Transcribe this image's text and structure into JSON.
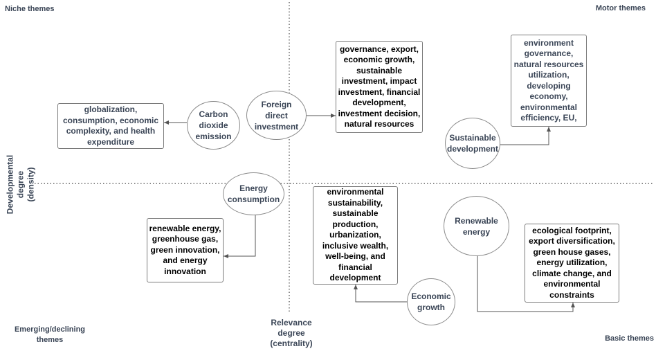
{
  "quadrants": {
    "niche": "Niche themes",
    "motor": "Motor themes",
    "emerging": "Emerging/declining\nthemes",
    "basic": "Basic themes"
  },
  "axes": {
    "x_label": "Relevance\ndegree\n(centrality)",
    "y_label": "Developmental\ndegree\n(density)"
  },
  "themes": {
    "carbon": {
      "name": "Carbon\ndioxide\nemission",
      "keywords": "globalization,\nconsumption, economic\ncomplexity, and health\nexpenditure"
    },
    "fdi": {
      "name": "Foreign\ndirect\ninvestment",
      "keywords": "governance, export,\neconomic growth,\nsustainable\ninvestment, impact\ninvestment, financial\ndevelopment,\ninvestment decision,\nnatural resources"
    },
    "sustainable": {
      "name": "Sustainable\ndevelopment",
      "keywords": "environment\ngovernance,\nnatural resources\nutilization,\ndeveloping\neconomy,\nenvironmental\nefficiency, EU,"
    },
    "energy_consumption": {
      "name": "Energy\nconsumption",
      "keywords": "renewable energy,\ngreenhouse gas,\ngreen innovation,\nand energy\ninnovation"
    },
    "economic_growth": {
      "name": "Economic\ngrowth",
      "keywords": "environmental\nsustainability,\nsustainable\nproduction,\nurbanization,\ninclusive wealth,\nwell-being, and\nfinancial\ndevelopment"
    },
    "renewable": {
      "name": "Renewable\nenergy",
      "keywords": "ecological footprint,\nexport diversification,\ngreen house gases,\nenergy utilization,\nclimate change, and\nenvironmental\nconstraints"
    }
  }
}
